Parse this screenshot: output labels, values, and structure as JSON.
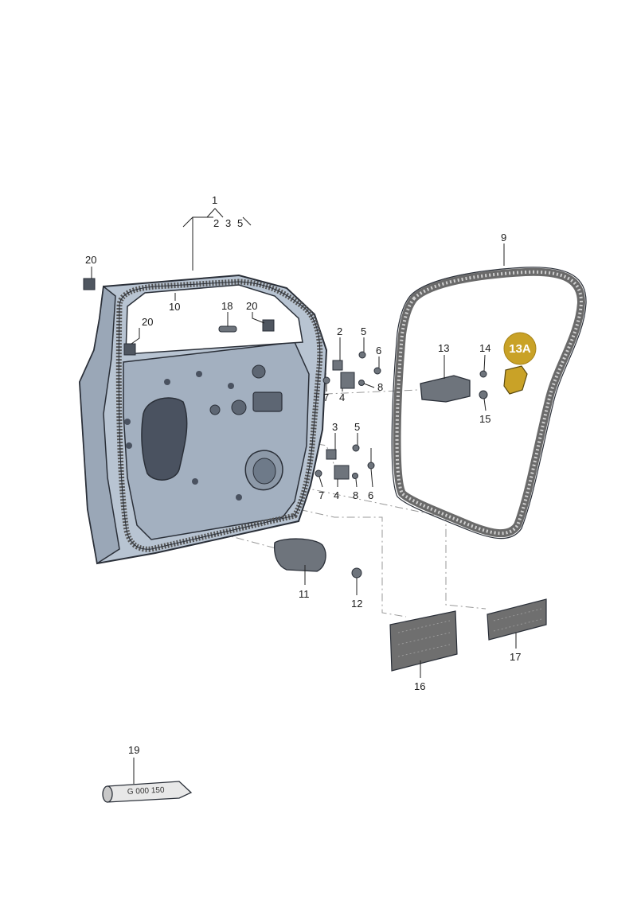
{
  "colors": {
    "door_fill": "#b8c4d2",
    "door_dark": "#7f8d9e",
    "door_outline": "#2a2f38",
    "seal_fill": "#8a8a8a",
    "part_fill": "#6e747c",
    "badge_fill": "#c9a227",
    "badge_text": "#ffffff"
  },
  "main_assembly": {
    "label": "1",
    "sub_labels": [
      "2",
      "3",
      "5"
    ]
  },
  "callouts": {
    "inner_seal": "10",
    "plug_18": "18",
    "pad_20_left": "20",
    "pad_20_mid": "20",
    "pad_20_top": "20",
    "door_seal": "9",
    "hinge_top_2": "2",
    "hinge_top_5": "5",
    "hinge_top_6": "6",
    "hinge_top_7": "7",
    "hinge_top_4": "4",
    "hinge_top_8": "8",
    "hinge_bot_3": "3",
    "hinge_bot_5": "5",
    "hinge_bot_6": "6",
    "hinge_bot_7": "7",
    "hinge_bot_4": "4",
    "hinge_bot_8": "8",
    "check_strap": "13",
    "bolt_14": "14",
    "screw_15": "15",
    "handle_11": "11",
    "bolt_12": "12",
    "pad_16": "16",
    "pad_17": "17",
    "tube_19": "19"
  },
  "badge": {
    "label": "13A"
  },
  "tube": {
    "text": "G 000 150"
  }
}
